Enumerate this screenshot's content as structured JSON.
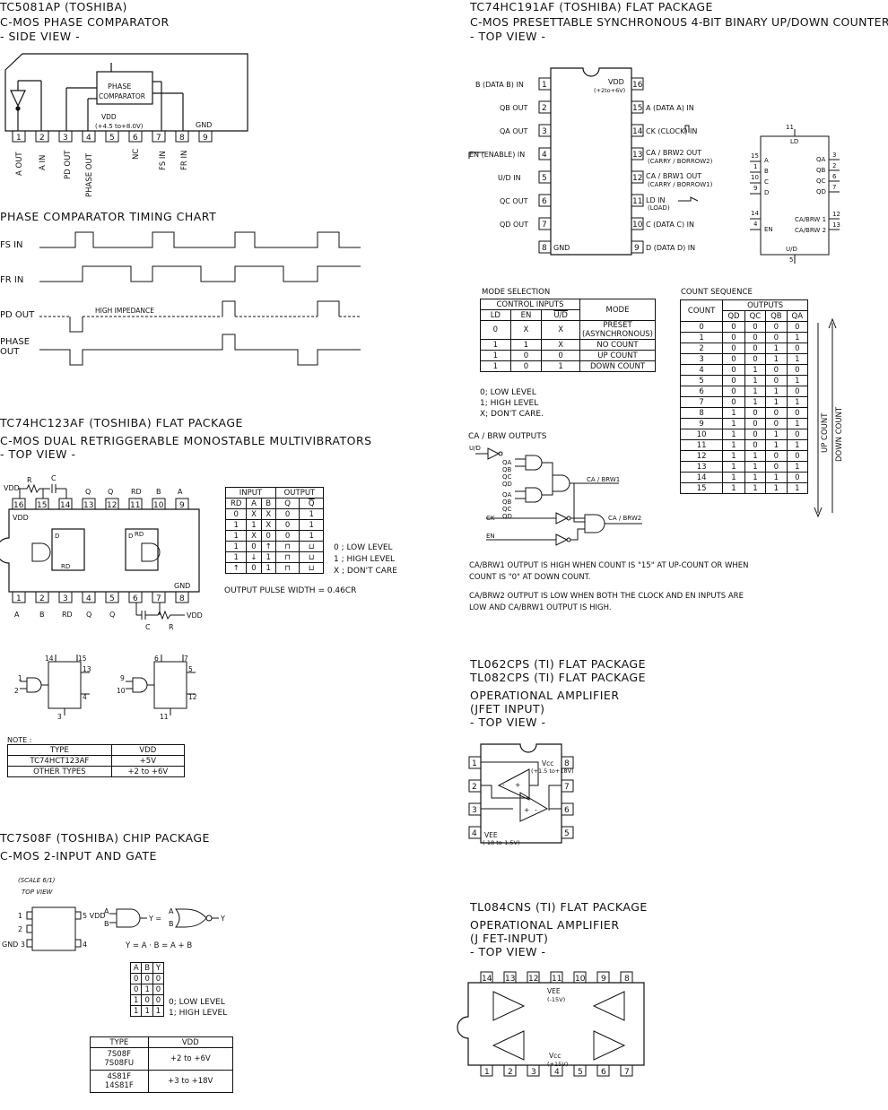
{
  "tc5081": {
    "title": "TC5081AP (TOSHIBA)",
    "subtitle": "C-MOS PHASE COMPARATOR",
    "view": "- SIDE VIEW -",
    "block_label": "PHASE COMPARATOR",
    "vdd": "VDD",
    "vdd_range": "(+4.5 to+8.0V)",
    "gnd": "GND",
    "pins": [
      "1",
      "2",
      "3",
      "4",
      "5",
      "6",
      "7",
      "8",
      "9"
    ],
    "pin_names": [
      "A OUT",
      "A IN",
      "PD OUT",
      "PHASE OUT",
      "NC",
      "FS IN",
      "FR IN"
    ]
  },
  "timing": {
    "title": "PHASE COMPARATOR TIMING CHART",
    "signals": [
      "FS IN",
      "FR IN",
      "PD OUT",
      "PHASE OUT"
    ],
    "note": "HIGH IMPEDANCE"
  },
  "tc123": {
    "title": "TC74HC123AF (TOSHIBA) FLAT PACKAGE",
    "subtitle": "C-MOS DUAL RETRIGGERABLE MONOSTABLE MULTIVIBRATORS",
    "view": "- TOP VIEW -",
    "top_labels": [
      "VDD",
      "R",
      "C",
      "Q",
      "Q",
      "RD",
      "B",
      "A"
    ],
    "top_pins": [
      "16",
      "15",
      "14",
      "13",
      "12",
      "11",
      "10",
      "9"
    ],
    "bottom_pins": [
      "1",
      "2",
      "3",
      "4",
      "5",
      "6",
      "7",
      "8"
    ],
    "bottom_labels": [
      "A",
      "B",
      "RD",
      "Q",
      "Q",
      "C",
      "R",
      "VDD"
    ],
    "vdd": "VDD",
    "gnd": "GND",
    "truth_headers": [
      "INPUT",
      "OUTPUT"
    ],
    "truth_cols": [
      "RD",
      "A",
      "B",
      "Q",
      "Q"
    ],
    "truth_rows": [
      [
        "0",
        "X",
        "X",
        "0",
        "1"
      ],
      [
        "1",
        "1",
        "X",
        "0",
        "1"
      ],
      [
        "1",
        "X",
        "0",
        "0",
        "1"
      ],
      [
        "1",
        "0",
        "↑",
        "⊓",
        "⊔"
      ],
      [
        "1",
        "↓",
        "1",
        "⊓",
        "⊔"
      ],
      [
        "↑",
        "0",
        "1",
        "⊓",
        "⊔"
      ]
    ],
    "legend": [
      "0 ; LOW LEVEL",
      "1 ; HIGH LEVEL",
      "X ; DON'T CARE"
    ],
    "pulse_width": "OUTPUT PULSE WIDTH = 0.46CR",
    "note_label": "NOTE :",
    "note_headers": [
      "TYPE",
      "VDD"
    ],
    "note_rows": [
      [
        "TC74HCT123AF",
        "+5V"
      ],
      [
        "OTHER TYPES",
        "+2 to +6V"
      ]
    ],
    "sym1_pins": [
      "14",
      "15",
      "1",
      "2",
      "13",
      "4",
      "3"
    ],
    "sym2_pins": [
      "6",
      "7",
      "9",
      "10",
      "5",
      "12",
      "11"
    ]
  },
  "tc7s08": {
    "title": "TC7S08F (TOSHIBA) CHIP PACKAGE",
    "subtitle": "C-MOS 2-INPUT AND GATE",
    "scale": "(SCALE 6/1)",
    "view": "TOP VIEW",
    "pins": [
      "1",
      "2",
      "GND 3",
      "5 VDD",
      "4"
    ],
    "gate_labels": [
      "A",
      "B",
      "Y"
    ],
    "equation": "Y = A · B = A + B",
    "truth_cols": [
      "A",
      "B",
      "Y"
    ],
    "truth_rows": [
      [
        "0",
        "0",
        "0"
      ],
      [
        "0",
        "1",
        "0"
      ],
      [
        "1",
        "0",
        "0"
      ],
      [
        "1",
        "1",
        "1"
      ]
    ],
    "legend": [
      "0; LOW LEVEL",
      "1; HIGH LEVEL"
    ],
    "type_headers": [
      "TYPE",
      "VDD"
    ],
    "type_rows": [
      [
        "7S08F\n7S08FU",
        "+2 to +6V"
      ],
      [
        "4S81F\n14S81F",
        "+3 to +18V"
      ]
    ]
  },
  "tc191": {
    "title": "TC74HC191AF (TOSHIBA) FLAT PACKAGE",
    "subtitle": "C-MOS PRESETTABLE SYNCHRONOUS 4-BIT BINARY UP/DOWN COUNTER",
    "view": "- TOP VIEW -",
    "left_labels": [
      "B (DATA B) IN",
      "QB OUT",
      "QA OUT",
      "EN (ENABLE) IN",
      "U/D IN",
      "QC OUT",
      "QD OUT",
      "GND"
    ],
    "right_labels": [
      "VDD (+2to+6V)",
      "A (DATA A) IN",
      "CK (CLOCK) IN",
      "CA / BRW2 OUT (CARRY / BORROW2)",
      "CA / BRW1 OUT (CARRY / BORROW1)",
      "LD IN (LOAD)",
      "C (DATA C) IN",
      "D (DATA D) IN"
    ],
    "left_pins": [
      "1",
      "2",
      "3",
      "4",
      "5",
      "6",
      "7",
      "8"
    ],
    "right_pins": [
      "16",
      "15",
      "14",
      "13",
      "12",
      "11",
      "10",
      "9"
    ],
    "mode_title": "MODE SELECTION",
    "mode_group": "CONTROL INPUTS",
    "mode_cols": [
      "LD",
      "EN",
      "U/D",
      "MODE"
    ],
    "mode_rows": [
      [
        "0",
        "X",
        "X",
        "PRESET (ASYNCHRONOUS)"
      ],
      [
        "1",
        "1",
        "X",
        "NO COUNT"
      ],
      [
        "1",
        "0",
        "0",
        "UP COUNT"
      ],
      [
        "1",
        "0",
        "1",
        "DOWN COUNT"
      ]
    ],
    "legend": [
      "0; LOW LEVEL",
      "1; HIGH LEVEL",
      "X; DON'T CARE."
    ],
    "count_title": "COUNT SEQUENCE",
    "count_cols": [
      "COUNT",
      "QD",
      "QC",
      "QB",
      "QA"
    ],
    "count_group": "OUTPUTS",
    "count_rows": [
      [
        "0",
        "0",
        "0",
        "0",
        "0"
      ],
      [
        "1",
        "0",
        "0",
        "0",
        "1"
      ],
      [
        "2",
        "0",
        "0",
        "1",
        "0"
      ],
      [
        "3",
        "0",
        "0",
        "1",
        "1"
      ],
      [
        "4",
        "0",
        "1",
        "0",
        "0"
      ],
      [
        "5",
        "0",
        "1",
        "0",
        "1"
      ],
      [
        "6",
        "0",
        "1",
        "1",
        "0"
      ],
      [
        "7",
        "0",
        "1",
        "1",
        "1"
      ],
      [
        "8",
        "1",
        "0",
        "0",
        "0"
      ],
      [
        "9",
        "1",
        "0",
        "0",
        "1"
      ],
      [
        "10",
        "1",
        "0",
        "1",
        "0"
      ],
      [
        "11",
        "1",
        "0",
        "1",
        "1"
      ],
      [
        "12",
        "1",
        "1",
        "0",
        "0"
      ],
      [
        "13",
        "1",
        "1",
        "0",
        "1"
      ],
      [
        "14",
        "1",
        "1",
        "1",
        "0"
      ],
      [
        "15",
        "1",
        "1",
        "1",
        "1"
      ]
    ],
    "up_count": "UP COUNT",
    "down_count": "DOWN COUNT",
    "carry_title": "CA / BRW OUTPUTS",
    "carry_labels": [
      "U/D",
      "QA",
      "QB",
      "QC",
      "QD",
      "CA / BRW1",
      "CK",
      "CA / BRW2",
      "EN"
    ],
    "note1": "CA/BRW1 OUTPUT IS HIGH WHEN COUNT IS \"15\" AT UP-COUNT OR WHEN",
    "note1b": "COUNT IS \"0\" AT DOWN COUNT.",
    "note2": "CA/BRW2 OUTPUT IS LOW WHEN BOTH THE CLOCK AND EN INPUTS ARE",
    "note2b": "LOW AND CA/BRW1 OUTPUT IS HIGH.",
    "logic_left": [
      "15 A",
      "1 B",
      "10 C",
      "9 D",
      "14",
      "4 EN",
      "U/D"
    ],
    "logic_right": [
      "QA 3",
      "QB 2",
      "QC 6",
      "QD 7",
      "CA/BRW1 12",
      "CA/BRW2 13"
    ],
    "logic_top": "11 LD",
    "logic_bottom": "5"
  },
  "tl062": {
    "title1": "TL062CPS (TI) FLAT PACKAGE",
    "title2": "TL082CPS (TI) FLAT PACKAGE",
    "subtitle1": "OPERATIONAL AMPLIFIER",
    "subtitle2": "(JFET INPUT)",
    "view": "- TOP VIEW -",
    "left_pins": [
      "1",
      "2",
      "3",
      "4"
    ],
    "right_pins": [
      "8",
      "7",
      "6",
      "5"
    ],
    "vcc": "Vcc",
    "vcc_range": "(+1.5 to+18V)",
    "vee": "VEE",
    "vee_range": "(-18 to-1.5V)"
  },
  "tl084": {
    "title": "TL084CNS (TI) FLAT PACKAGE",
    "subtitle1": "OPERATIONAL AMPLIFIER",
    "subtitle2": "(J FET-INPUT)",
    "view": "- TOP VIEW -",
    "top_pins": [
      "14",
      "13",
      "12",
      "11",
      "10",
      "9",
      "8"
    ],
    "bottom_pins": [
      "1",
      "2",
      "3",
      "4",
      "5",
      "6",
      "7"
    ],
    "vee": "VEE",
    "vee_range": "(-15V)",
    "vcc": "Vcc",
    "vcc_range": "(+15V)"
  }
}
